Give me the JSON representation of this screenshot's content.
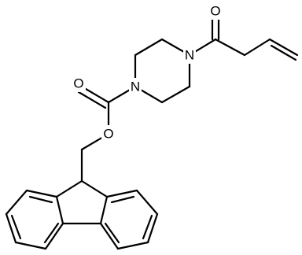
{
  "molecule": {
    "atoms": {
      "ring_n_top": "N",
      "ring_n_left": "N",
      "carbonyl_o_top": "O",
      "carbamate_o_double": "O",
      "carbamate_o_ester": "O"
    }
  },
  "colors": {
    "bond": "#000000",
    "label": "#000000",
    "background": "#ffffff"
  }
}
